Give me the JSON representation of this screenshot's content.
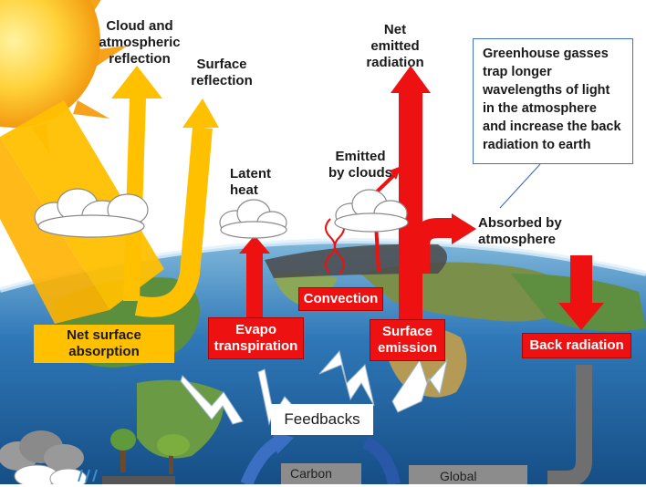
{
  "labels": {
    "cloud_reflection": "Cloud and\natmospheric\nreflection",
    "surface_reflection": "Surface\nreflection",
    "net_emitted": "Net\nemitted\nradiation",
    "latent_heat": "Latent\nheat",
    "emitted_by_clouds": "Emitted\nby clouds",
    "absorbed": "Absorbed by\natmosphere",
    "callout": "Greenhouse gasses trap longer wavelengths of light in the atmosphere and increase the back radiation to earth"
  },
  "boxes": {
    "net_surface_absorption": "Net surface\nabsorption",
    "evapo_transpiration": "Evapo\ntranspiration",
    "convection": "Convection",
    "surface_emission": "Surface\nemission",
    "back_radiation": "Back radiation",
    "feedbacks": "Feedbacks",
    "carbon": "Carbon",
    "global": "Global"
  },
  "colors": {
    "solar": "#ffc000",
    "terrestrial": "#ee1111",
    "ocean": "#2f6fb0",
    "land": "#4e8a3a",
    "sky": "#ffffff"
  }
}
